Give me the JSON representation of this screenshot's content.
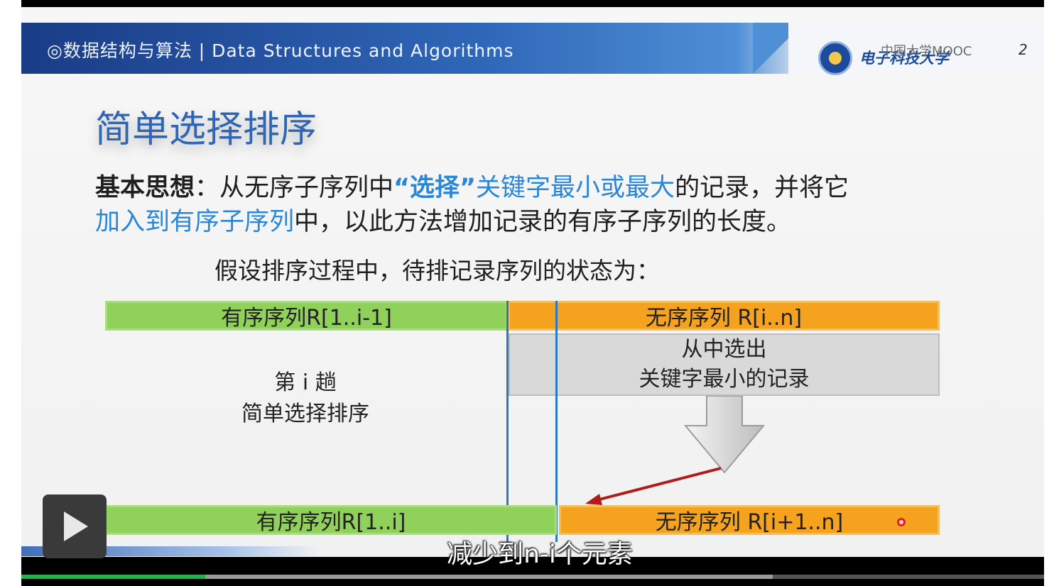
{
  "header": {
    "course_title": "◎数据结构与算法 | Data Structures and Algorithms",
    "university": "电子科技大学",
    "platform": "中国大学MOOC",
    "page_number": "2"
  },
  "slide": {
    "heading": "简单选择排序",
    "para1": {
      "bold": "基本思想",
      "text1": "：从无序子序列中",
      "quote": "“选择”",
      "blue1": "关键字最小或最大",
      "text2": "的记录，并将它"
    },
    "para2": {
      "blue": "加入到有序子序列",
      "text": "中，以此方法增加记录的有序子序列的长度。"
    },
    "assumption": "假设排序过程中，待排记录序列的状态为：",
    "diagram": {
      "sorted_top": "有序序列R[1..i-1]",
      "unsorted_top": "无序序列 R[i..n]",
      "select_line1": "从中选出",
      "select_line2": "关键字最小的记录",
      "pass_line1": "第 i 趟",
      "pass_line2": "简单选择排序",
      "sorted_bottom": "有序序列R[1..i]",
      "unsorted_bottom": "无序序列 R[i+1..n]"
    }
  },
  "player": {
    "subtitle": "减少到n-i个元素",
    "play_icon": "play-icon",
    "progress_played": 0.18,
    "progress_buffered": 0.735
  },
  "colors": {
    "sorted": "#8fd15a",
    "unsorted": "#f5a21f",
    "heading": "#2f65b3",
    "highlight": "#2a86d6",
    "progress": "#21b24b"
  }
}
